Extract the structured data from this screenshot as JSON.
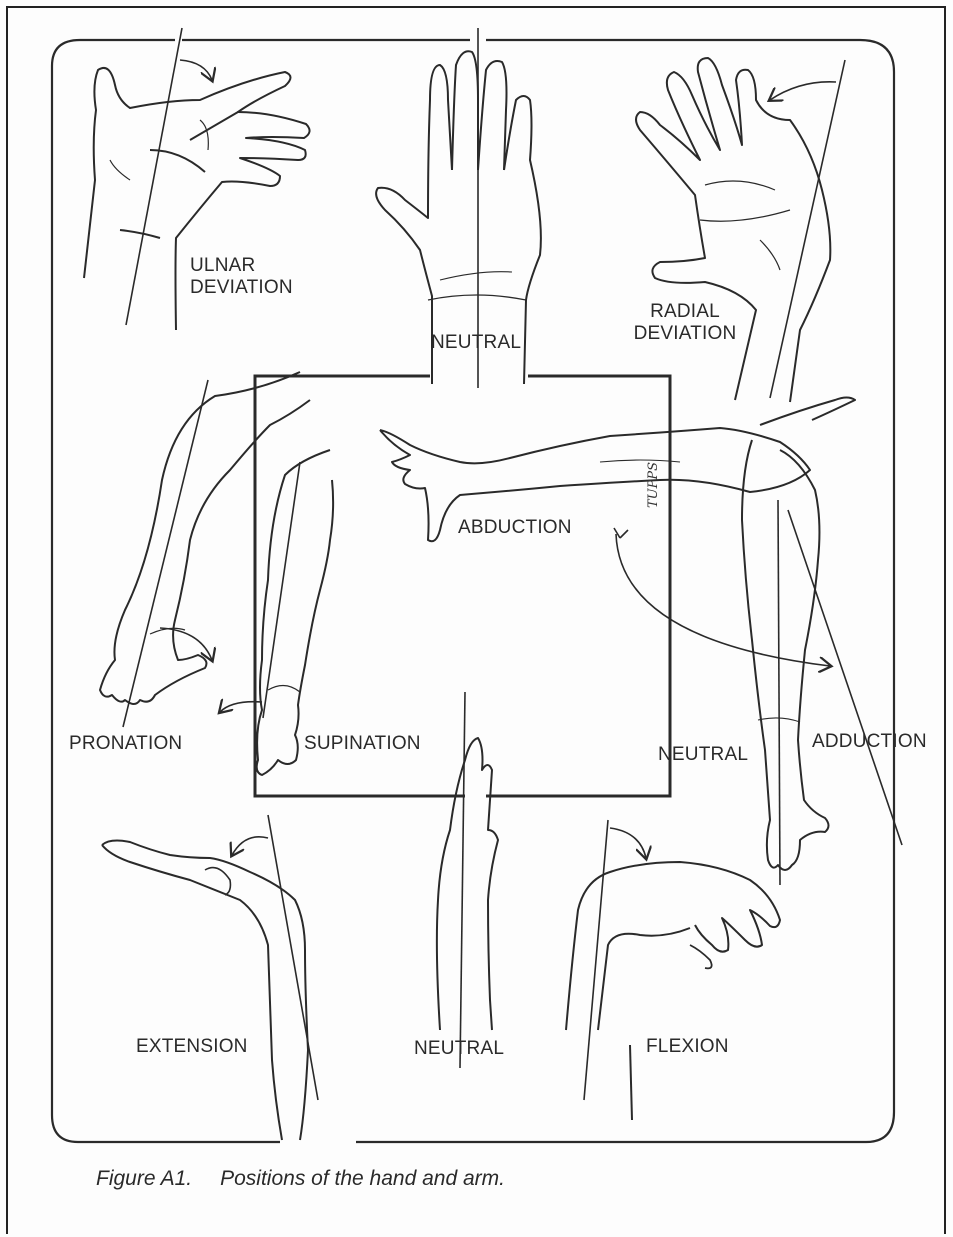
{
  "figure": {
    "labels": {
      "ulnar_deviation": [
        "ULNAR",
        "DEVIATION"
      ],
      "neutral_top": "NEUTRAL",
      "radial_deviation": [
        "RADIAL",
        "DEVIATION"
      ],
      "abduction": "ABDUCTION",
      "pronation": "PRONATION",
      "supination": "SUPINATION",
      "neutral_arm": "NEUTRAL",
      "adduction": "ADDUCTION",
      "extension": "EXTENSION",
      "neutral_bottom": "NEUTRAL",
      "flexion": "FLEXION"
    },
    "artist_signature": "TUPPS",
    "caption": {
      "number": "Figure A1.",
      "text": "Positions of the hand and arm."
    }
  },
  "colors": {
    "ink": "#2a2a2a",
    "paper": "#fdfdfd"
  }
}
